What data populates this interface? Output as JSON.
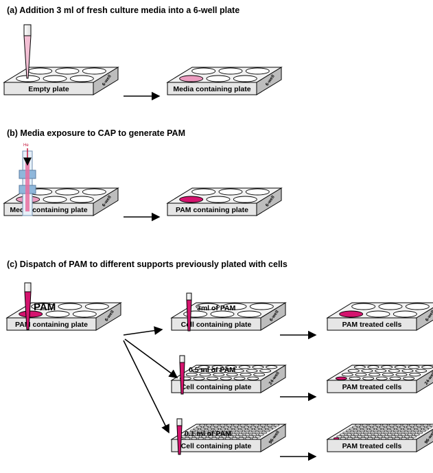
{
  "sections": {
    "a": {
      "title": "(a) Addition 3 ml of fresh culture media into a 6-well plate"
    },
    "b": {
      "title": "(b) Media exposure to CAP to generate PAM",
      "gas_label": "He"
    },
    "c": {
      "title": "(c) Dispatch of PAM to different supports previously plated with cells",
      "pam_label": "PAM"
    }
  },
  "plates": {
    "a_left": {
      "label": "Empty plate",
      "side": "6-well"
    },
    "a_right": {
      "label": "Media containing plate",
      "side": "6-well"
    },
    "b_left": {
      "label": "Media containing plate",
      "side": "6-well"
    },
    "b_right": {
      "label": "PAM containing plate",
      "side": "6-well"
    },
    "c_source": {
      "label": "PAM containing plate",
      "side": "6-well"
    },
    "c_cell1": {
      "label": "Cell containing plate",
      "side": "6-well"
    },
    "c_treat1": {
      "label": "PAM treated cells",
      "side": "6-well"
    },
    "c_cell2": {
      "label": "Cell containing plate",
      "side": "24-well"
    },
    "c_treat2": {
      "label": "PAM treated cells",
      "side": "24-well"
    },
    "c_cell3": {
      "label": "Cell containing plate",
      "side": "96-well"
    },
    "c_treat3": {
      "label": "PAM treated cells",
      "side": "96-well"
    }
  },
  "volumes": {
    "v1": "3ml of PAM",
    "v2": "0.5 ml of PAM",
    "v3": "0.1 ml of PAM"
  },
  "colors": {
    "pam": "#d4146e",
    "media": "#ec9cc0",
    "plate_top": "#f2f2f2",
    "plate_front": "#e6e6e6",
    "plate_side": "#bdbdbd",
    "stroke": "#000000"
  }
}
